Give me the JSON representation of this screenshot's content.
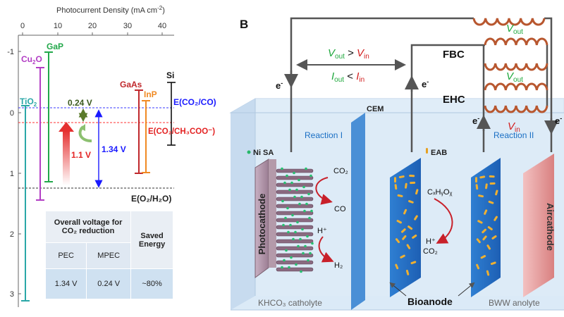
{
  "panel_a": {
    "x_axis_title": "Photocurrent Density (mA cm",
    "x_axis_sup": "-2",
    "x_axis_close": ")",
    "x_ticks": [
      "0",
      "10",
      "20",
      "30",
      "40"
    ],
    "y_ticks": [
      "-1",
      "0",
      "1",
      "2",
      "3"
    ],
    "semiconductors": {
      "tio2": {
        "text": "TiO",
        "sub": "2",
        "color": "#2aa7a7"
      },
      "cu2o": {
        "text": "Cu",
        "sub": "2",
        "tail": "O",
        "color": "#b23dc4"
      },
      "gap": {
        "text": "GaP",
        "color": "#22a84a"
      },
      "gaas": {
        "text": "GaAs",
        "color": "#c0282c"
      },
      "inp": {
        "text": "InP",
        "color": "#f08a24"
      },
      "si": {
        "text": "Si",
        "color": "#111111"
      }
    },
    "levels": {
      "co2_co": "E(CO₂/CO)",
      "co2_acetate": "E(CO₂/CH₃COO⁻)",
      "o2_h2o": "E(O₂/H₂O)"
    },
    "voltages": {
      "v_small": "0.24 V",
      "v_mid": "1.1 V",
      "v_large": "1.34 V"
    },
    "table": {
      "header_1": "Overall voltage for CO₂ reduction",
      "header_2": "Saved Energy",
      "col_pec": "PEC",
      "col_mpec": "MPEC",
      "val_pec": "1.34 V",
      "val_mpec": "0.24 V",
      "val_saved": "~80%"
    },
    "colors": {
      "co2_co_line": "#1a1aff",
      "acetate_line": "#ff2020",
      "o2_line": "#333333"
    }
  },
  "panel_b": {
    "panel_label": "B",
    "vout_gt_vin": {
      "a": "V",
      "a_sub": "out",
      "op": " > ",
      "b": "V",
      "b_sub": "in"
    },
    "iout_lt_iin": {
      "a": "I",
      "a_sub": "out",
      "op": " < ",
      "b": "I",
      "b_sub": "in"
    },
    "fbc": "FBC",
    "ehc": "EHC",
    "vout_1": {
      "v": "V",
      "sub": "out"
    },
    "vout_2": {
      "v": "V",
      "sub": "out"
    },
    "vin": {
      "v": "V",
      "sub": "in"
    },
    "electron": "e",
    "electron_sup": "-",
    "cem": "CEM",
    "reaction_1": "Reaction I",
    "reaction_2": "Reaction II",
    "ni_sa": "Ni SA",
    "eab": "EAB",
    "photocathode": "Photocathode",
    "aircathode": "Aircathode",
    "co2": "CO₂",
    "co": "CO",
    "h_plus": "H⁺",
    "h2": "H₂",
    "cxhyoz": "CₓHᵧOᵪ",
    "h_plus_2": "H⁺",
    "co2_2": "CO₂",
    "khco3": "KHCO₃ catholyte",
    "bioanode": "Bioanode",
    "bww": "BWW anolyte",
    "colors": {
      "green": "#1fa83d",
      "red": "#d21f1f",
      "coil": "#b8572f"
    }
  }
}
